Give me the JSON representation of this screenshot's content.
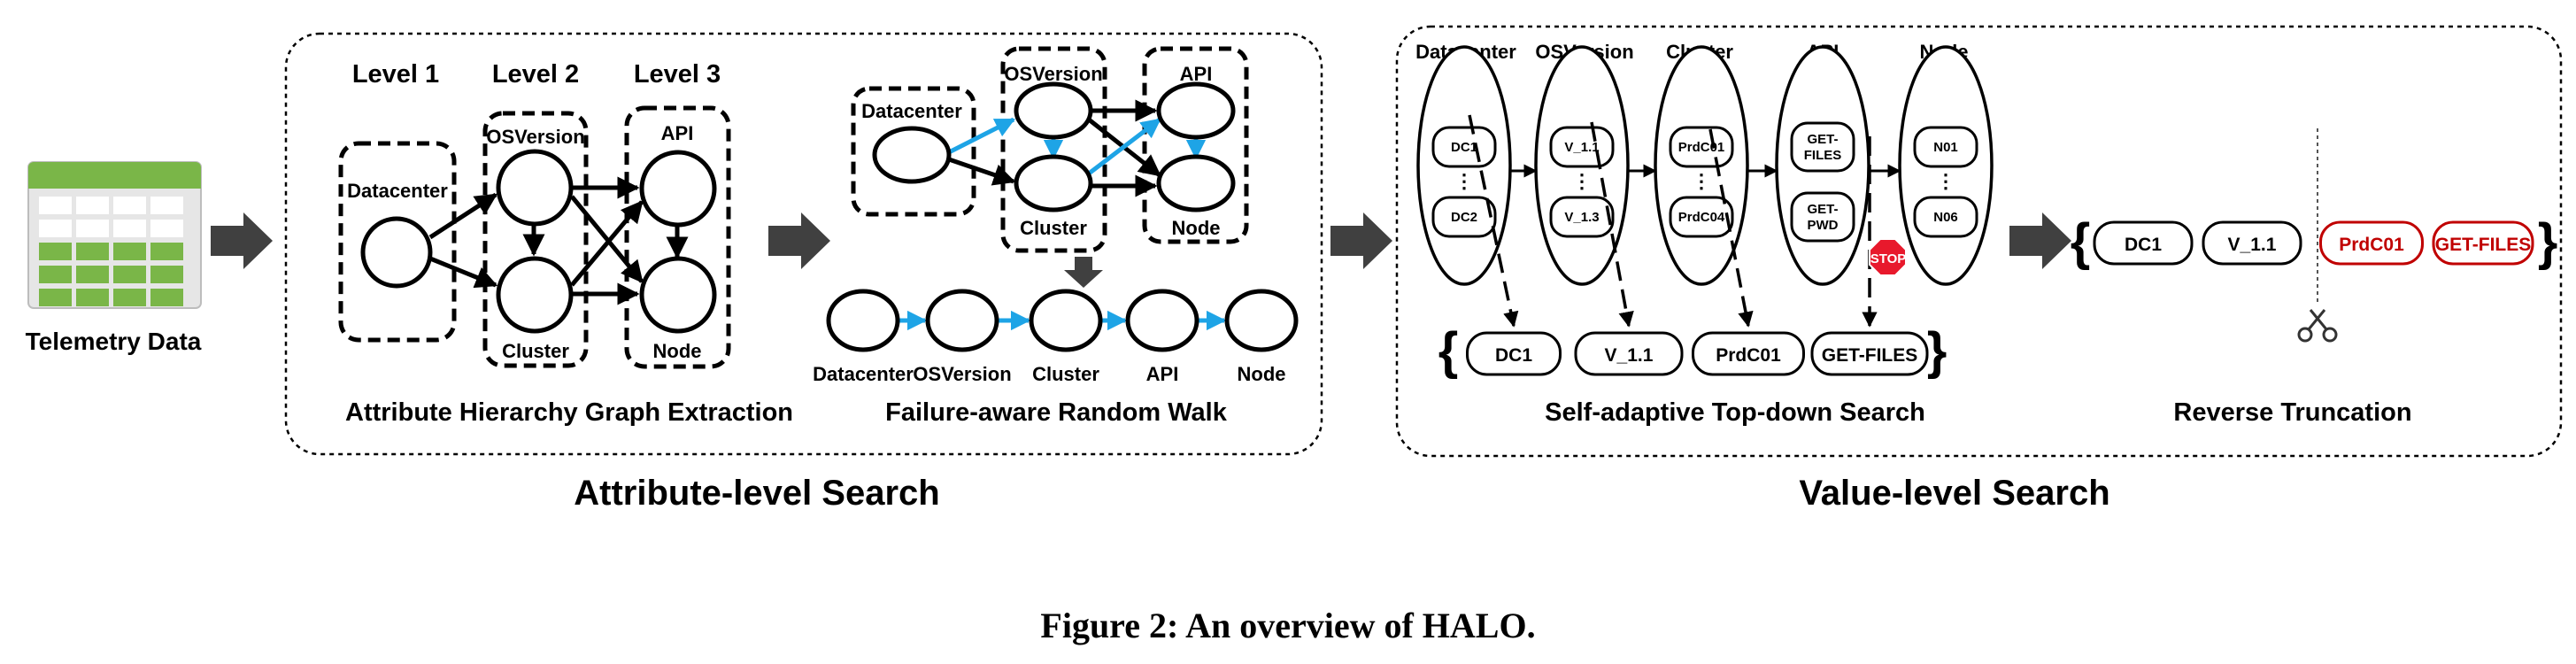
{
  "telemetry": {
    "label": "Telemetry Data"
  },
  "attribute_level": {
    "title": "Attribute-level Search",
    "hierarchy": {
      "caption": "Attribute Hierarchy Graph Extraction",
      "levels": [
        "Level 1",
        "Level 2",
        "Level 3"
      ],
      "nodes": {
        "datacenter": "Datacenter",
        "osversion": "OSVersion",
        "cluster": "Cluster",
        "api": "API",
        "node": "Node"
      }
    },
    "random_walk": {
      "caption": "Failure-aware Random Walk",
      "group_labels": {
        "datacenter": "Datacenter",
        "osversion": "OSVersion",
        "cluster": "Cluster",
        "api": "API",
        "node": "Node"
      },
      "chain": [
        "Datacenter",
        "OSVersion",
        "Cluster",
        "API",
        "Node"
      ]
    }
  },
  "value_level": {
    "title": "Value-level Search",
    "topdown": {
      "caption": "Self-adaptive Top-down Search",
      "columns": [
        {
          "header": "Datacenter",
          "top": "DC1",
          "bottom": "DC2"
        },
        {
          "header": "OSVersion",
          "top": "V_1.1",
          "bottom": "V_1.3"
        },
        {
          "header": "Cluster",
          "top": "PrdC01",
          "bottom": "PrdC04"
        },
        {
          "header": "API",
          "top": "GET-\nFILES",
          "bottom": "GET-\nPWD"
        },
        {
          "header": "Node",
          "top": "N01",
          "bottom": "N06"
        }
      ],
      "ellipsis": "⋮",
      "stop_sign": "STOP",
      "result": [
        "DC1",
        "V_1.1",
        "PrdC01",
        "GET-FILES"
      ]
    },
    "truncation": {
      "caption": "Reverse Truncation",
      "kept": [
        "DC1",
        "V_1.1"
      ],
      "dropped": [
        "PrdC01",
        "GET-FILES"
      ]
    }
  },
  "figure_caption": "Figure 2: An overview of HALO.",
  "colors": {
    "arrow": "#404040",
    "blue": "#1ea4e6",
    "red": "#c00000",
    "green": "#7ab648",
    "stop": "#e8192c"
  }
}
